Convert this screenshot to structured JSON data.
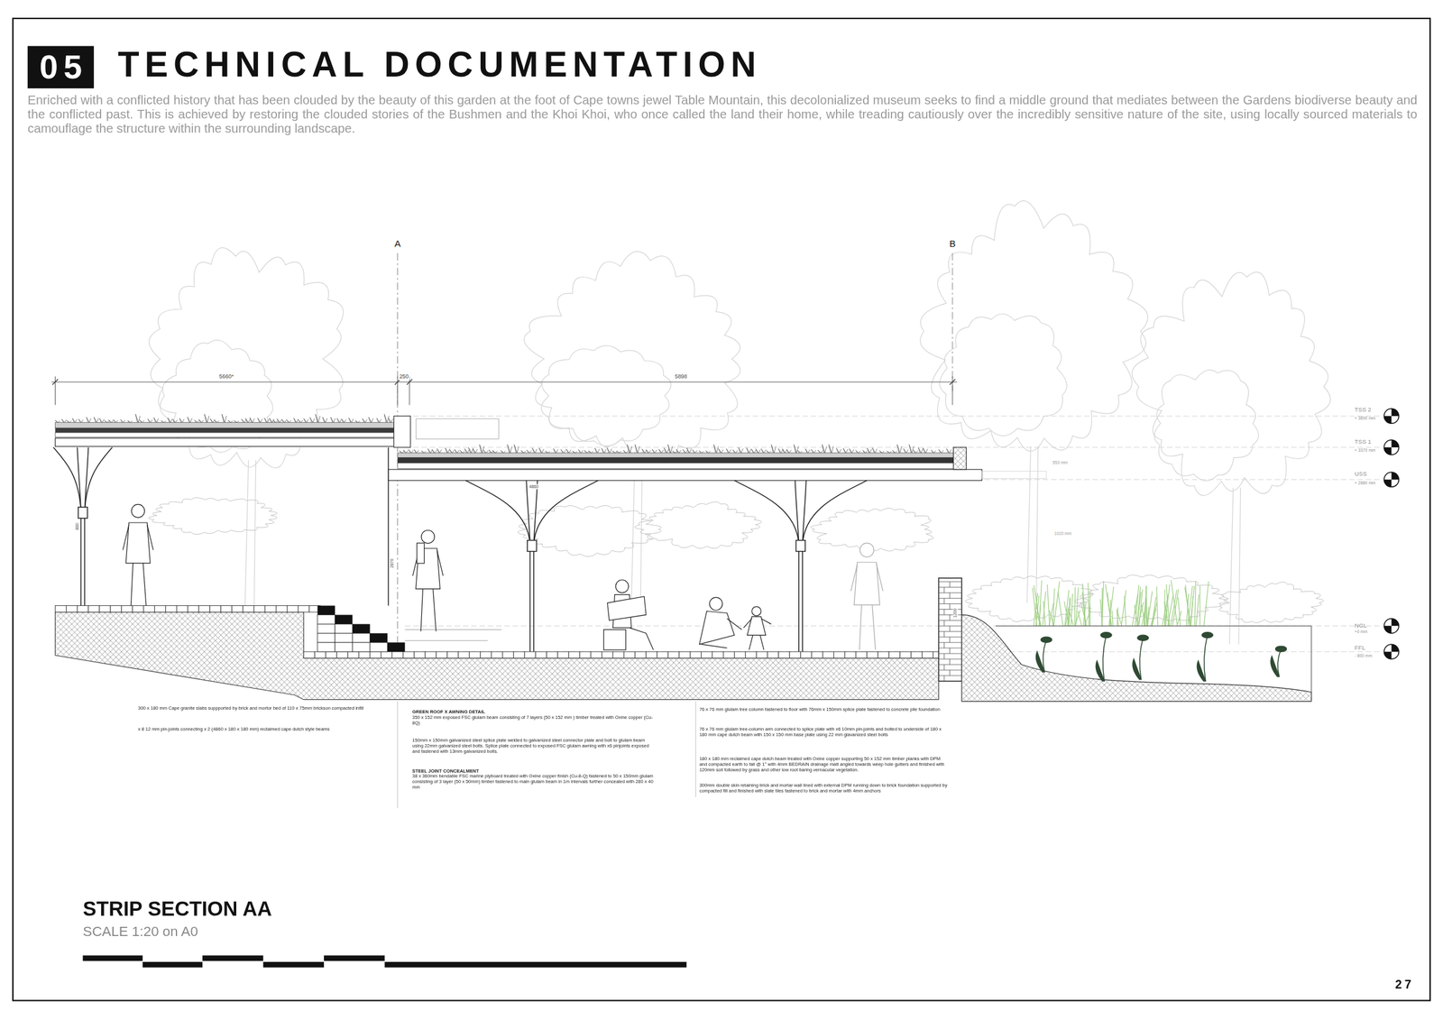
{
  "diagram": {
    "title": "TECHNICAL DOCUMENTATION",
    "nodes": [
      {
        "text": [
          "05"
        ]
      }
    ],
    "labels": [
      "Enriched with a conflicted history that has been clouded by the beauty of this garden at the foot of Cape towns jewel Table Mountain, this decolonialized museum seeks to find a middle ground that mediates between the Gardens biodiverse beauty and the conflicted past. This is achieved by restoring the clouded stories of the Bushmen and the Khoi Khoi, who once called the land their home, while treading cautiously over the incredibly sensitive nature of the site, using locally sourced materials to camouflage the structure within the surrounding landscape.",
      "A",
      "B",
      "5660*",
      "250",
      "5898",
      "860",
      "2870",
      "4860",
      "553 mm",
      "1020 mm",
      "1200",
      "TSS 2",
      "+ 3890 mm",
      "TSS 1",
      "+ 3370 mm",
      "USS",
      "+ 2880 mm",
      "NGL",
      "+0 mm",
      "FFL",
      "- 800 mm",
      "300 x 180 mm Cape granite slabs suppported by brick and mortor bed of 110 x 75mm brickson compacted infill",
      "x 8 12 mm pin-joints connecting x 2 (4860 x 180 x 180 mm) reclaimed cape dutch style beams",
      "GREEN ROOF X AWNING DETAIL",
      "350 x 152 mm exposed FSC glulam beam consisting of 7 layers (50 x 152 mm ) timber treated with Oxine copper (Cu-8Q)",
      "150mm x 150mm galvanized steel splice plate welded to galvanized steel connector plate and bolt to glulam beam using 22mm galvanized steel bolts. Splice plate connected to exposed FSC glulam awning with x6 pinjoints exposed and fastened with 13mm galvanized bolts.",
      "STEEL JOINT CONCEALMENT",
      "38 x 360mm bendable FSC marine plyboard treated with Oxine copper finish (Cu-8-Q) fastened to 50 x 150mm glulam consisting of 3 layer (50 x 50mm) timber fastened to main glulam beam in 1m intervals further concealed with 280 x 40 mm",
      "76 x 76 mm glulam tree column fastened to floor with 76mm x 150mm splice plate fastened to concrete pile foundation",
      "76 x 76 mm glulam tree-column arm connected to splice plate with x6 10mm pin-joints and bolted to underside of 180 x 180 mm cape dutch beam with 150 x 150 mm base plate using 22 mm glavanized steel bolts",
      "180 x 180 mm reclaimed cape dutch beam treated with Oxine copper supporting 50 x 152 mm timber planks with DPM and compacted earth to fall @ 1° with 4mm BEDRAIN drainage matt angled towards weep hole gutters and finished with 120mm soil followed by grass and other low root baring vernacular vegetation.",
      "300mm double skin retaining brick and mortar wall lined with external DPM running down to brick foundation supported by compacted fill and finished with slate tiles fastened to brick and mortar with 4mm anchors",
      "STRIP SECTION AA",
      "SCALE 1:20 on A0",
      "27"
    ]
  }
}
